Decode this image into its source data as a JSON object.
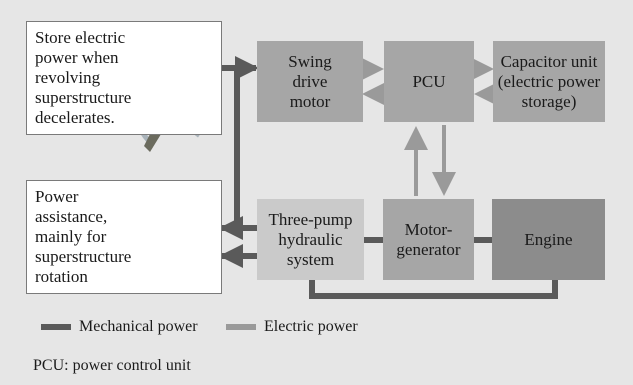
{
  "colors": {
    "mechanical": "#5a5a5a",
    "electric": "#9a9a9a",
    "background": "#e6e6e6"
  },
  "callouts": {
    "top": {
      "text": "Store electric\npower when\nrevolving\nsuperstructure\ndecelerates.",
      "icon": "wheel-motor-icon"
    },
    "bottom": {
      "text": "Power\nassistance,\nmainly for\nsuperstructure\nrotation",
      "icon": "excavator-icon"
    }
  },
  "blocks": {
    "swing": "Swing\ndrive\nmotor",
    "pcu": "PCU",
    "capacitor": "Capacitor unit\n(electric power\nstorage)",
    "hydraulic": "Three-pump\nhydraulic\nsystem",
    "motor_generator": "Motor-\ngenerator",
    "engine": "Engine"
  },
  "legend": {
    "mechanical": "Mechanical power",
    "electric": "Electric power"
  },
  "footnote": "PCU: power control unit"
}
